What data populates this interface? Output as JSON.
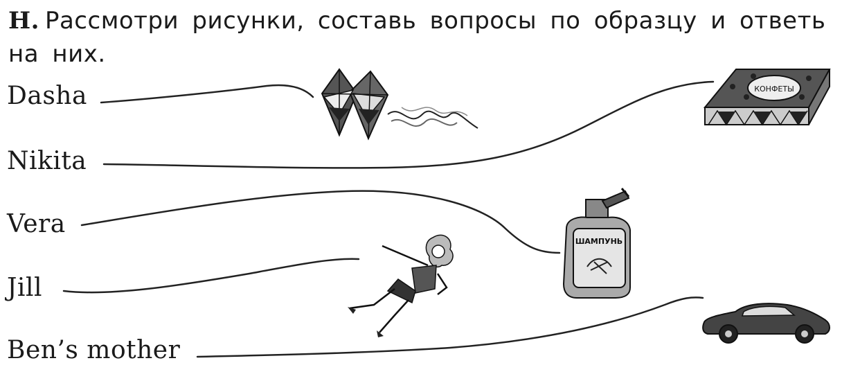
{
  "task": {
    "letter": "H.",
    "text": "Рассмотри рисунки, составь вопросы по образцу и ответь на них."
  },
  "names": [
    "Dasha",
    "Nikita",
    "Vera",
    "Jill",
    "Ben’s mother"
  ],
  "pictures": {
    "kite": "kite-icon",
    "candy_box": {
      "icon": "candy-box-icon",
      "label": "КОНФЕТЫ"
    },
    "shampoo": {
      "icon": "shampoo-bottle-icon",
      "label": "ШАМПУНЬ"
    },
    "doll": "doll-icon",
    "car": "toy-car-icon"
  }
}
